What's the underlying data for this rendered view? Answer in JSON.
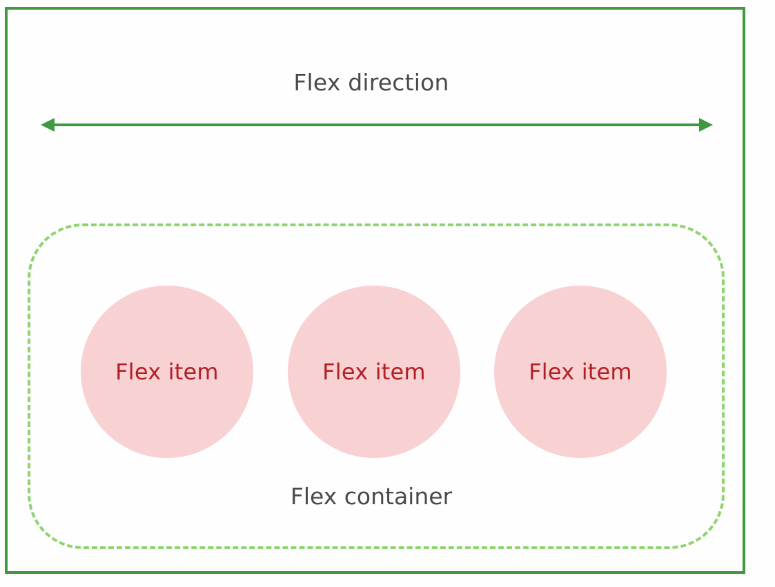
{
  "diagram": {
    "direction_label": "Flex direction",
    "container_label": "Flex container",
    "items": [
      {
        "label": "Flex item"
      },
      {
        "label": "Flex item"
      },
      {
        "label": "Flex item"
      }
    ]
  },
  "colors": {
    "outer_border": "#3f9a3f",
    "arrow": "#3f9a3f",
    "container_dashed_border": "#8ed46e",
    "item_fill": "#f8d1d3",
    "item_text": "#b21f24",
    "label_text": "#4a4a4a"
  },
  "icons": {
    "direction_arrow": "double-headed-horizontal-arrow"
  }
}
